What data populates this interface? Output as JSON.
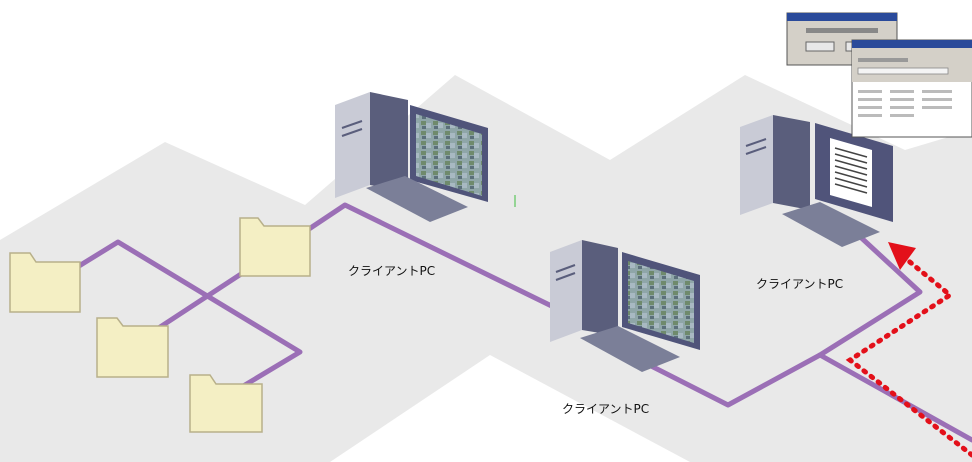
{
  "diagram": {
    "clients": [
      {
        "label": "クライアントPC",
        "screen": "photo-grid"
      },
      {
        "label": "クライアントPC",
        "screen": "photo-grid"
      },
      {
        "label": "クライアントPC",
        "screen": "document"
      }
    ],
    "folders": 4,
    "colors": {
      "network_line": "#9b6fb6",
      "floor": "#e9e9e9",
      "folder_fill": "#f4efc4",
      "folder_stroke": "#b8b08a",
      "arrow": "#e3101a",
      "pc_case": "#c9cbd6",
      "pc_dark": "#5a5e7c",
      "keyboard": "#7b7f98"
    },
    "dialogs": [
      {
        "name": "confirm-dialog",
        "text": ""
      },
      {
        "name": "list-window",
        "text": ""
      }
    ]
  }
}
